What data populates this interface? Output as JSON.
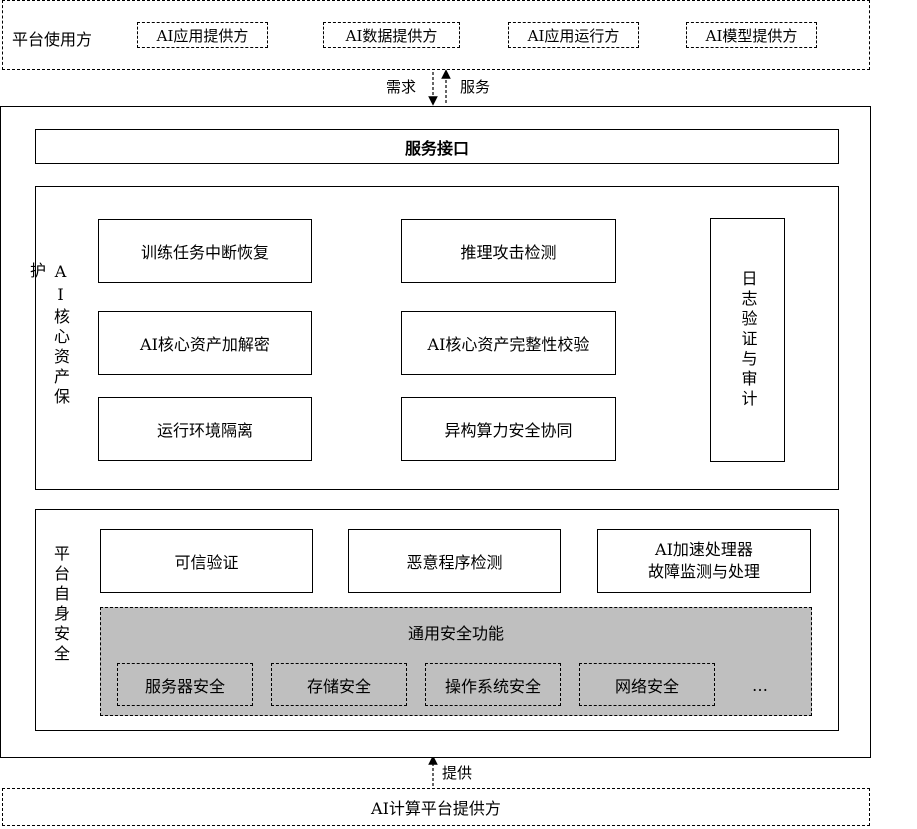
{
  "top": {
    "label": "平台使用方",
    "providers": [
      "AI应用提供方",
      "AI数据提供方",
      "AI应用运行方",
      "AI模型提供方"
    ]
  },
  "flow_top": {
    "down": "需求",
    "up": "服务"
  },
  "service_interface": "服务接口",
  "core": {
    "label": "AI核心资产保护",
    "items": [
      "训练任务中断恢复",
      "推理攻击检测",
      "AI核心资产加解密",
      "AI核心资产完整性校验",
      "运行环境隔离",
      "异构算力安全协同"
    ],
    "side": "日志验证与审计"
  },
  "platform": {
    "label": "平台自身安全",
    "items": [
      "可信验证",
      "恶意程序检测"
    ],
    "accelerator": [
      "AI加速处理器",
      "故障监测与处理"
    ],
    "general": {
      "title": "通用安全功能",
      "items": [
        "服务器安全",
        "存储安全",
        "操作系统安全",
        "网络安全",
        "…"
      ]
    }
  },
  "flow_bottom": {
    "up": "提供"
  },
  "bottom": {
    "label": "AI计算平台提供方"
  }
}
